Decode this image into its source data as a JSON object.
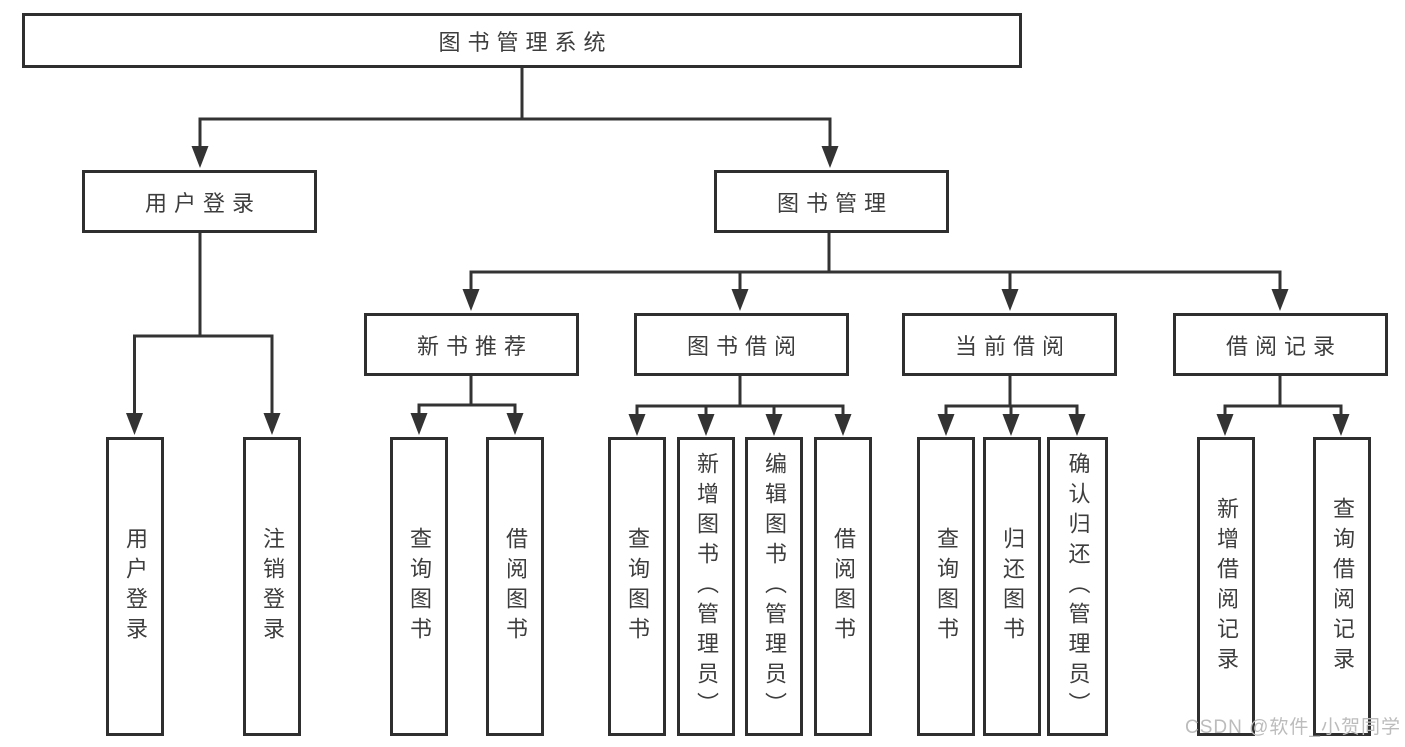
{
  "diagram": {
    "root": {
      "label": "图书管理系统"
    },
    "branches": [
      {
        "label": "用户登录",
        "leaves": [
          {
            "label": "用户登录"
          },
          {
            "label": "注销登录"
          }
        ]
      },
      {
        "label": "图书管理",
        "groups": [
          {
            "label": "新书推荐",
            "leaves": [
              {
                "label": "查询图书"
              },
              {
                "label": "借阅图书"
              }
            ]
          },
          {
            "label": "图书借阅",
            "leaves": [
              {
                "label": "查询图书"
              },
              {
                "label": "新增图书（管理员）"
              },
              {
                "label": "编辑图书（管理员）"
              },
              {
                "label": "借阅图书"
              }
            ]
          },
          {
            "label": "当前借阅",
            "leaves": [
              {
                "label": "查询图书"
              },
              {
                "label": "归还图书"
              },
              {
                "label": "确认归还（管理员）"
              }
            ]
          },
          {
            "label": "借阅记录",
            "leaves": [
              {
                "label": "新增借阅记录"
              },
              {
                "label": "查询借阅记录"
              }
            ]
          }
        ]
      }
    ]
  },
  "watermark": {
    "text": "CSDN @软件_小贺同学"
  },
  "colors": {
    "line": "#333333",
    "box_border": "#2f2f2f",
    "text": "#3d3d3d",
    "watermark": "#bcbcbc",
    "background": "#ffffff"
  }
}
